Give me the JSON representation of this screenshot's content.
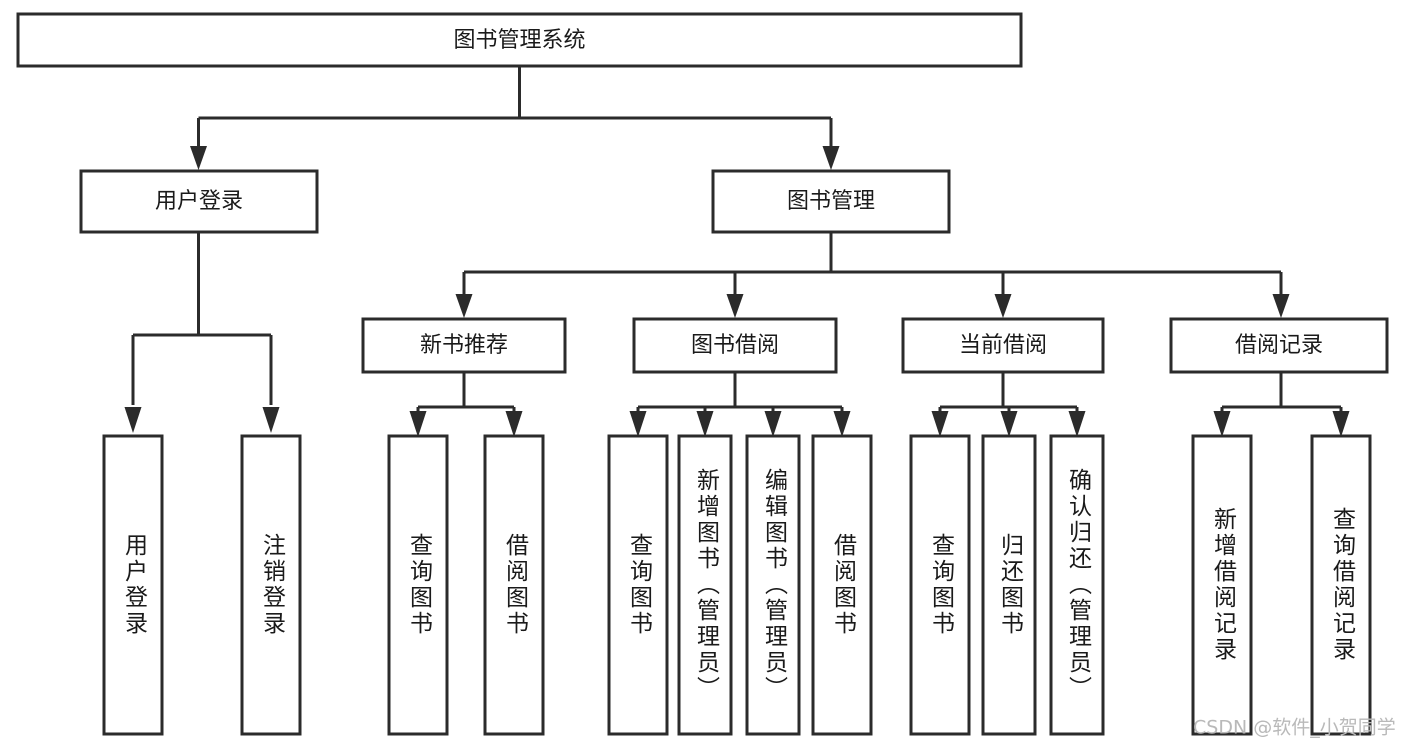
{
  "diagram": {
    "title": "图书管理系统",
    "type": "tree-hierarchy-chart",
    "orientation": "top-down",
    "colors": {
      "box_fill": "#ffffff",
      "box_stroke": "#2b2b2b",
      "connector": "#2b2b2b",
      "text": "#1a1a1a",
      "watermark": "#b9b9b9",
      "background": "#ffffff"
    },
    "root": {
      "id": "root",
      "label": "图书管理系统",
      "orientation": "horizontal"
    },
    "level2": [
      {
        "id": "user-login",
        "label": "用户登录",
        "orientation": "horizontal"
      },
      {
        "id": "book-manage",
        "label": "图书管理",
        "orientation": "horizontal"
      }
    ],
    "level3": [
      {
        "id": "new-book-recommend",
        "label": "新书推荐",
        "orientation": "horizontal",
        "parent": "book-manage"
      },
      {
        "id": "book-borrow",
        "label": "图书借阅",
        "orientation": "horizontal",
        "parent": "book-manage"
      },
      {
        "id": "current-borrow",
        "label": "当前借阅",
        "orientation": "horizontal",
        "parent": "book-manage"
      },
      {
        "id": "borrow-record",
        "label": "借阅记录",
        "orientation": "horizontal",
        "parent": "book-manage"
      }
    ],
    "leaves": [
      {
        "id": "leaf-user-login",
        "label": "用户登录",
        "orientation": "vertical",
        "parent": "user-login"
      },
      {
        "id": "leaf-user-logout",
        "label": "注销登录",
        "orientation": "vertical",
        "parent": "user-login"
      },
      {
        "id": "leaf-query-book-1",
        "label": "查询图书",
        "orientation": "vertical",
        "parent": "new-book-recommend"
      },
      {
        "id": "leaf-borrow-book-1",
        "label": "借阅图书",
        "orientation": "vertical",
        "parent": "new-book-recommend"
      },
      {
        "id": "leaf-query-book-2",
        "label": "查询图书",
        "orientation": "vertical",
        "parent": "book-borrow"
      },
      {
        "id": "leaf-add-book",
        "label": "新增图书（管理员）",
        "orientation": "vertical",
        "parent": "book-borrow"
      },
      {
        "id": "leaf-edit-book",
        "label": "编辑图书（管理员）",
        "orientation": "vertical",
        "parent": "book-borrow"
      },
      {
        "id": "leaf-borrow-book-2",
        "label": "借阅图书",
        "orientation": "vertical",
        "parent": "book-borrow"
      },
      {
        "id": "leaf-query-book-3",
        "label": "查询图书",
        "orientation": "vertical",
        "parent": "current-borrow"
      },
      {
        "id": "leaf-return-book",
        "label": "归还图书",
        "orientation": "vertical",
        "parent": "current-borrow"
      },
      {
        "id": "leaf-confirm-return",
        "label": "确认归还（管理员）",
        "orientation": "vertical",
        "parent": "current-borrow"
      },
      {
        "id": "leaf-add-record",
        "label": "新增借阅记录",
        "orientation": "vertical",
        "parent": "borrow-record"
      },
      {
        "id": "leaf-query-record",
        "label": "查询借阅记录",
        "orientation": "vertical",
        "parent": "borrow-record"
      }
    ],
    "watermark": "CSDN @软件_小贺同学"
  }
}
